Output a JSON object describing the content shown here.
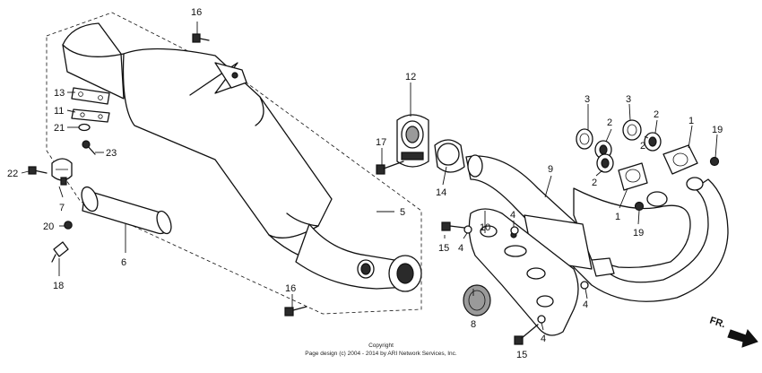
{
  "callouts": {
    "c1a": "1",
    "c1b": "1",
    "c2a": "2",
    "c2b": "2",
    "c2c": "2",
    "c2d": "2",
    "c3a": "3",
    "c3b": "3",
    "c4a": "4",
    "c4b": "4",
    "c4c": "4",
    "c4d": "4",
    "c5": "5",
    "c6": "6",
    "c7": "7",
    "c8": "8",
    "c9": "9",
    "c10": "10",
    "c11": "11",
    "c12": "12",
    "c13": "13",
    "c14": "14",
    "c15a": "15",
    "c15b": "15",
    "c16a": "16",
    "c16b": "16",
    "c17": "17",
    "c18": "18",
    "c19a": "19",
    "c19b": "19",
    "c20": "20",
    "c21": "21",
    "c22": "22",
    "c23": "23"
  },
  "front_marker": "FR.",
  "copyright": {
    "line1": "Copyright",
    "line2": "Page design (c) 2004 - 2014 by ARI Network Services, Inc."
  }
}
